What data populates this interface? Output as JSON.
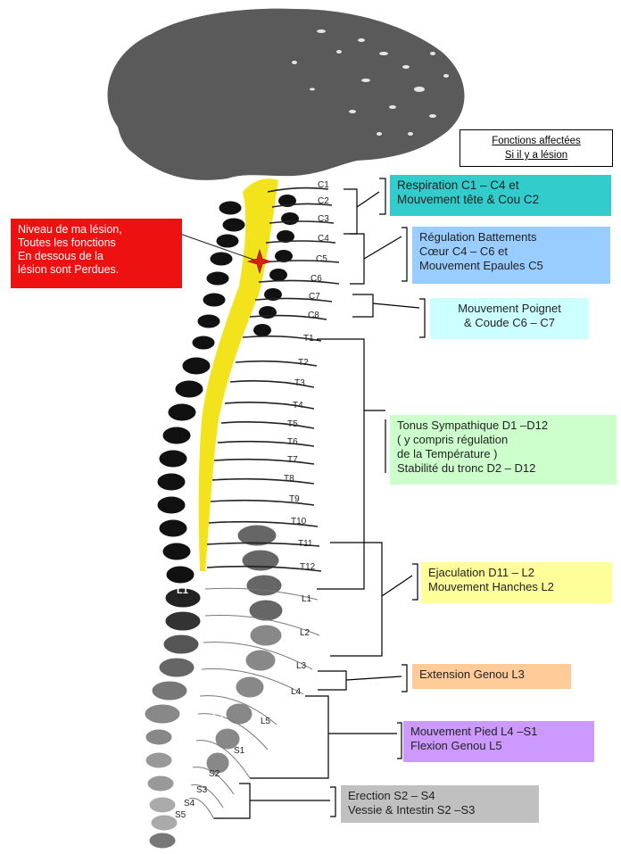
{
  "legend": {
    "line1": "Fonctions affectées",
    "line2": "Si il y a lésion"
  },
  "lesion": {
    "color": "#ee1111",
    "lines": [
      "Niveau de ma lésion,",
      "Toutes les fonctions",
      "En dessous de la",
      "lésion sont Perdues."
    ]
  },
  "vertebra_labels": [
    "C1",
    "C2",
    "C3",
    "C4",
    "C5",
    "C6",
    "C7",
    "C8",
    "T1",
    "T2",
    "T3",
    "T4",
    "T5",
    "T6",
    "T7",
    "T8",
    "T9",
    "T10",
    "T11",
    "T12",
    "L1",
    "L2",
    "L3",
    "L4",
    "L5",
    "S1",
    "S2",
    "S3",
    "S4",
    "S5",
    "L1",
    "S1"
  ],
  "functions": [
    {
      "color": "#33cccc",
      "lines": [
        "Respiration C1 – C4 et",
        "Mouvement tête & Cou C2"
      ]
    },
    {
      "color": "#99ccff",
      "lines": [
        "Régulation Battements",
        "Cœur C4 – C6 et",
        "Mouvement Epaules C5"
      ]
    },
    {
      "color": "#ccffff",
      "lines": [
        "Mouvement Poignet",
        "& Coude C6 – C7"
      ]
    },
    {
      "color": "#ccffcc",
      "lines": [
        "Tonus Sympathique D1 –D12",
        "( y compris régulation",
        "de la Température )",
        "Stabilité du tronc D2 – D12"
      ]
    },
    {
      "color": "#ffff99",
      "lines": [
        "Ejaculation D11 – L2",
        "Mouvement Hanches L2"
      ]
    },
    {
      "color": "#ffcc99",
      "lines": [
        "Extension Genou L3"
      ]
    },
    {
      "color": "#cc99ff",
      "lines": [
        "Mouvement Pied L4 –S1",
        "Flexion Genou L5"
      ]
    },
    {
      "color": "#c0c0c0",
      "lines": [
        "Erection S2 – S4",
        "Vessie & Intestin S2 –S3"
      ]
    }
  ]
}
